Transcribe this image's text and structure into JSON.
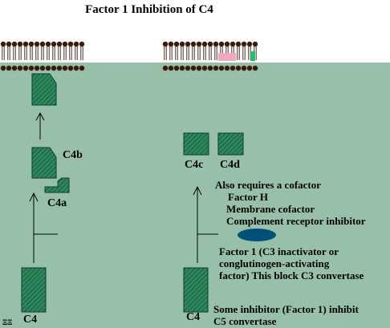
{
  "title": "Factor 1 Inhibition of C4",
  "labels": {
    "c4b": "C4b",
    "c4a": "C4a",
    "c4_left": "C4",
    "c4_right": "C4",
    "c4c": "C4c",
    "c4d": "C4d"
  },
  "cofactor": {
    "heading": "Also requires a cofactor",
    "items": [
      "Factor H",
      "Membrane cofactor",
      "Complement receptor inhibitor"
    ]
  },
  "factor1_text": [
    "Factor 1 (C3 inactivator or",
    "conglutinogen-activating",
    "factor)  This block C3 convertase"
  ],
  "inhibitor_text": [
    "Some inhibitor (Factor 1) inhibit",
    "C5 convertase"
  ],
  "corner_mark": "ΞΞ",
  "colors": {
    "background": "#98c0a8",
    "protein_fill": "#2d8a5e",
    "enzyme_fill": "#00507a",
    "lipid_head": "#3a1a0a"
  }
}
